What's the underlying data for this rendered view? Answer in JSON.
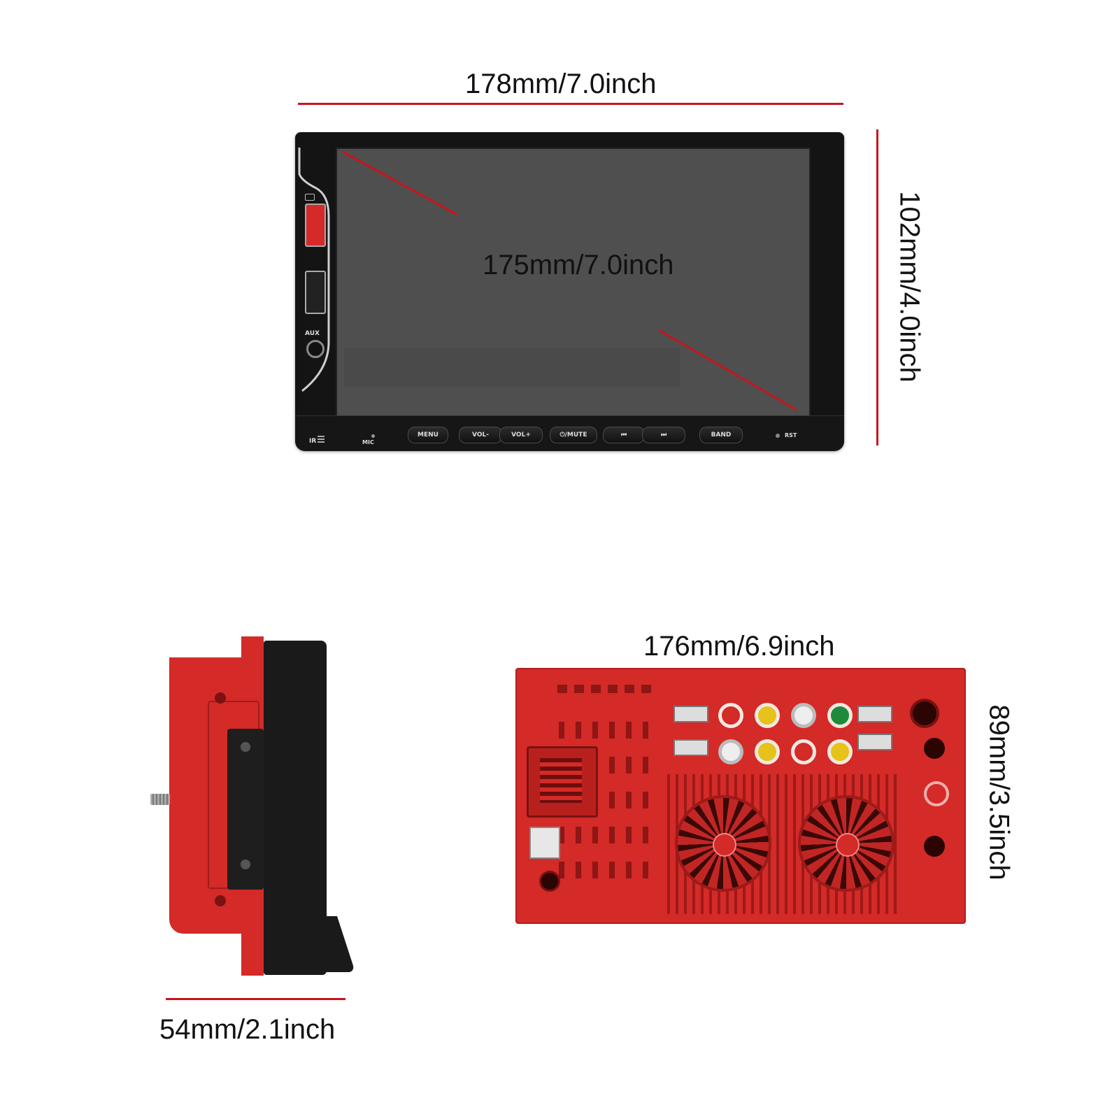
{
  "dimensions": {
    "front_width": "178mm/7.0inch",
    "screen_diagonal": "175mm/7.0inch",
    "front_height": "102mm/4.0inch",
    "rear_width": "176mm/6.9inch",
    "rear_height": "89mm/3.5inch",
    "side_depth": "54mm/2.1inch"
  },
  "front_panel": {
    "port_label_aux": "AUX",
    "label_ir": "IR",
    "label_mic": "MIC",
    "label_rst": "RST",
    "buttons": {
      "menu": "MENU",
      "vol_minus": "VOL-",
      "vol_plus": "VOL+",
      "power_mute": "⏻/MUTE",
      "prev": "⏮",
      "next": "⏭",
      "band": "BAND"
    }
  },
  "colors": {
    "dimension_line": "#c8141c",
    "housing_red": "#d42a28",
    "screen": "#4e4e4e",
    "bezel": "#141414"
  }
}
